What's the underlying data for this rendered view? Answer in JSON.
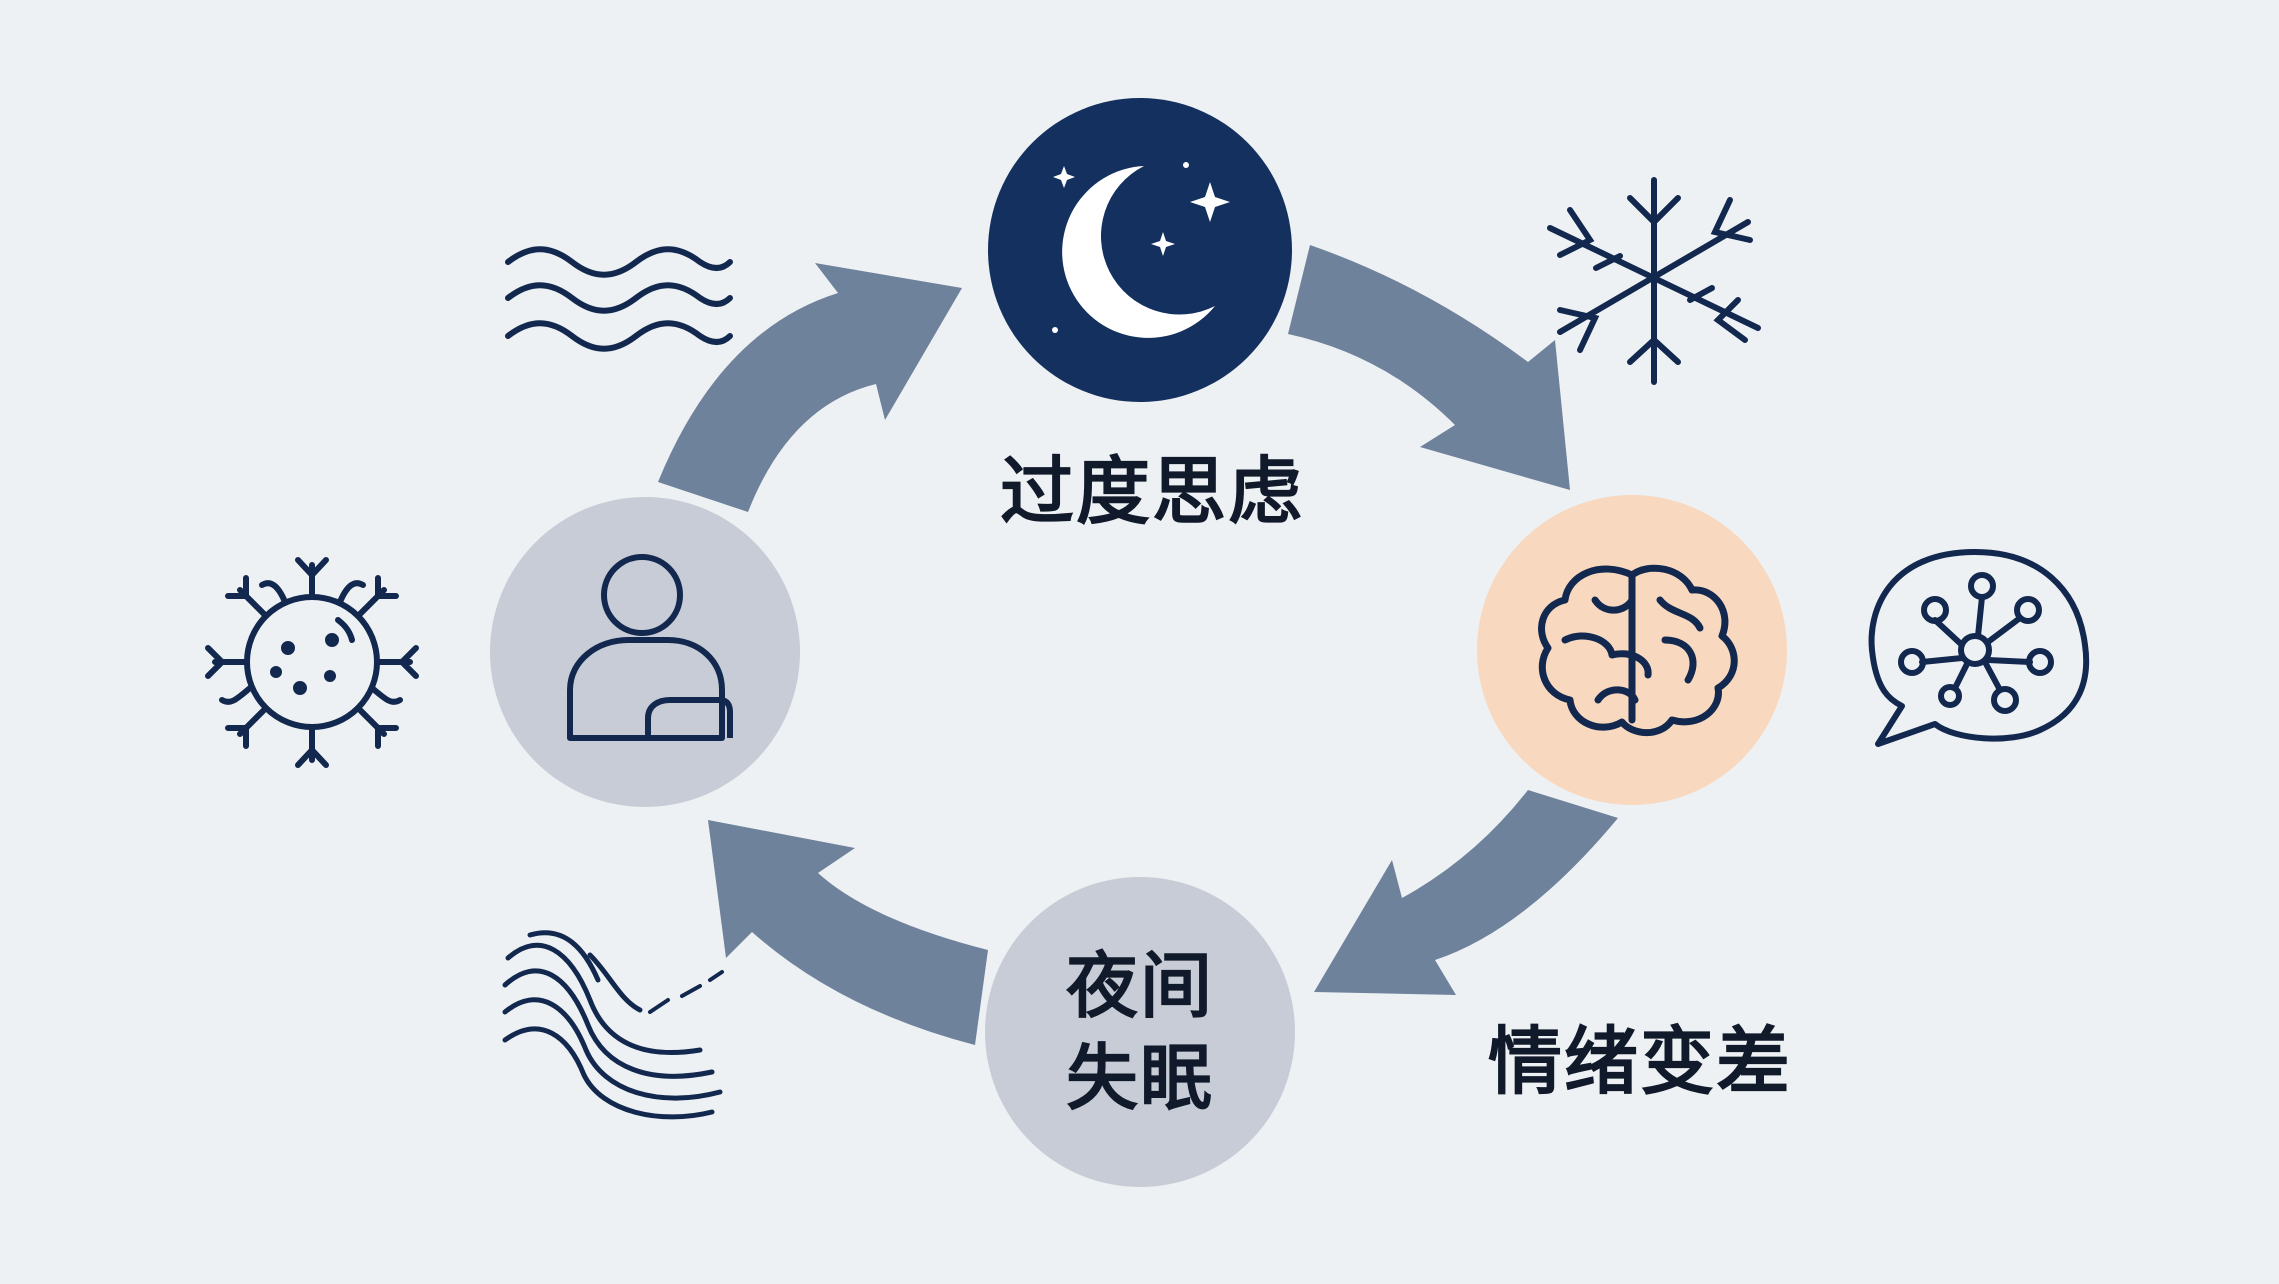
{
  "diagram": {
    "nodes": {
      "overthinking": {
        "label": "过度思虑",
        "icon": "crescent-moon-stars-icon",
        "fill": "#14305e"
      },
      "mood_decline": {
        "label": "情绪变差",
        "icon": "brain-icon",
        "fill": "#f8d9c0"
      },
      "insomnia": {
        "line1": "夜间",
        "line2": "失眠",
        "fill": "#c7ccd6"
      },
      "person": {
        "icon": "person-icon",
        "fill": "#c7ccd6"
      }
    },
    "decor_icons": [
      "wavy-lines-icon",
      "snowflake-icon",
      "network-speech-bubble-icon",
      "curved-lines-icon",
      "virus-sun-icon"
    ],
    "colors": {
      "arrow": "#6f829c",
      "ink": "#12284f",
      "background": "#eef1f4"
    }
  }
}
